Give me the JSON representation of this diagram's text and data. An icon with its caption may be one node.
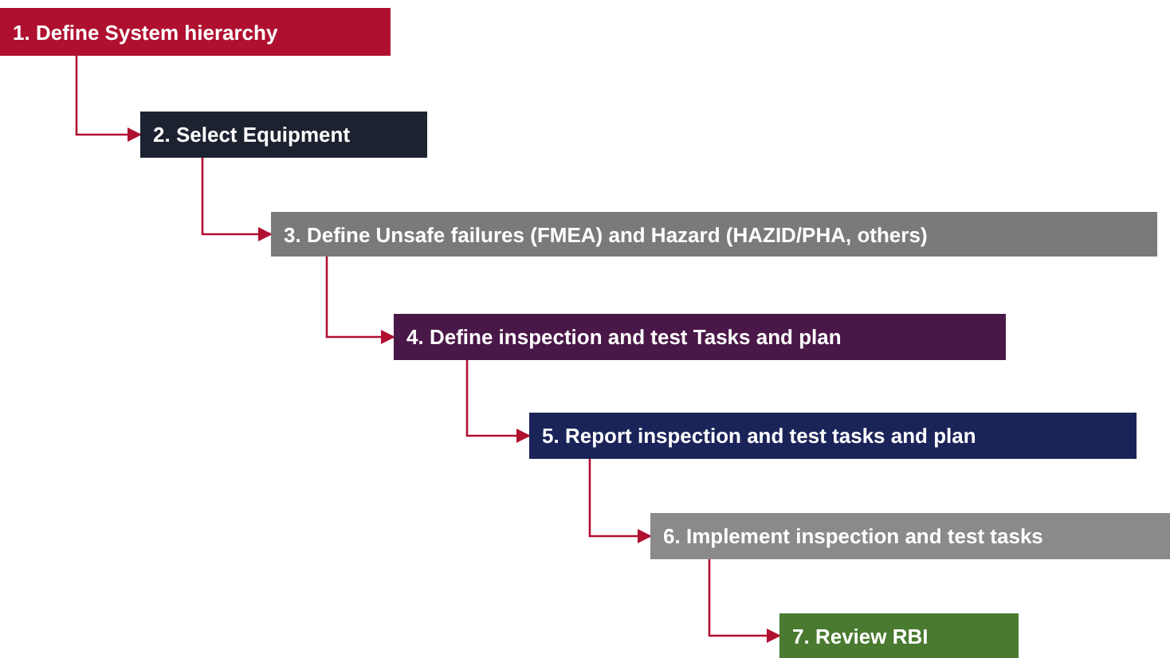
{
  "diagram": {
    "nodes": [
      {
        "text": [
          "1. Define System hierarchy"
        ]
      },
      {
        "text": [
          "2. Select Equipment"
        ]
      },
      {
        "text": [
          "3.  Define Unsafe failures (FMEA) and Hazard (HAZID/PHA, others)"
        ]
      },
      {
        "text": [
          "4. Define inspection and test Tasks and plan"
        ]
      },
      {
        "text": [
          "5. Report inspection and test tasks and plan"
        ]
      },
      {
        "text": [
          "6. Implement inspection and test tasks"
        ]
      },
      {
        "text": [
          "7. Review RBI"
        ]
      }
    ],
    "edges": [
      {
        "from": 0,
        "to": 1,
        "arrow": "to"
      },
      {
        "from": 1,
        "to": 2,
        "arrow": "to"
      },
      {
        "from": 2,
        "to": 3,
        "arrow": "to"
      },
      {
        "from": 3,
        "to": 4,
        "arrow": "to"
      },
      {
        "from": 4,
        "to": 5,
        "arrow": "to"
      },
      {
        "from": 5,
        "to": 6,
        "arrow": "to"
      }
    ]
  }
}
